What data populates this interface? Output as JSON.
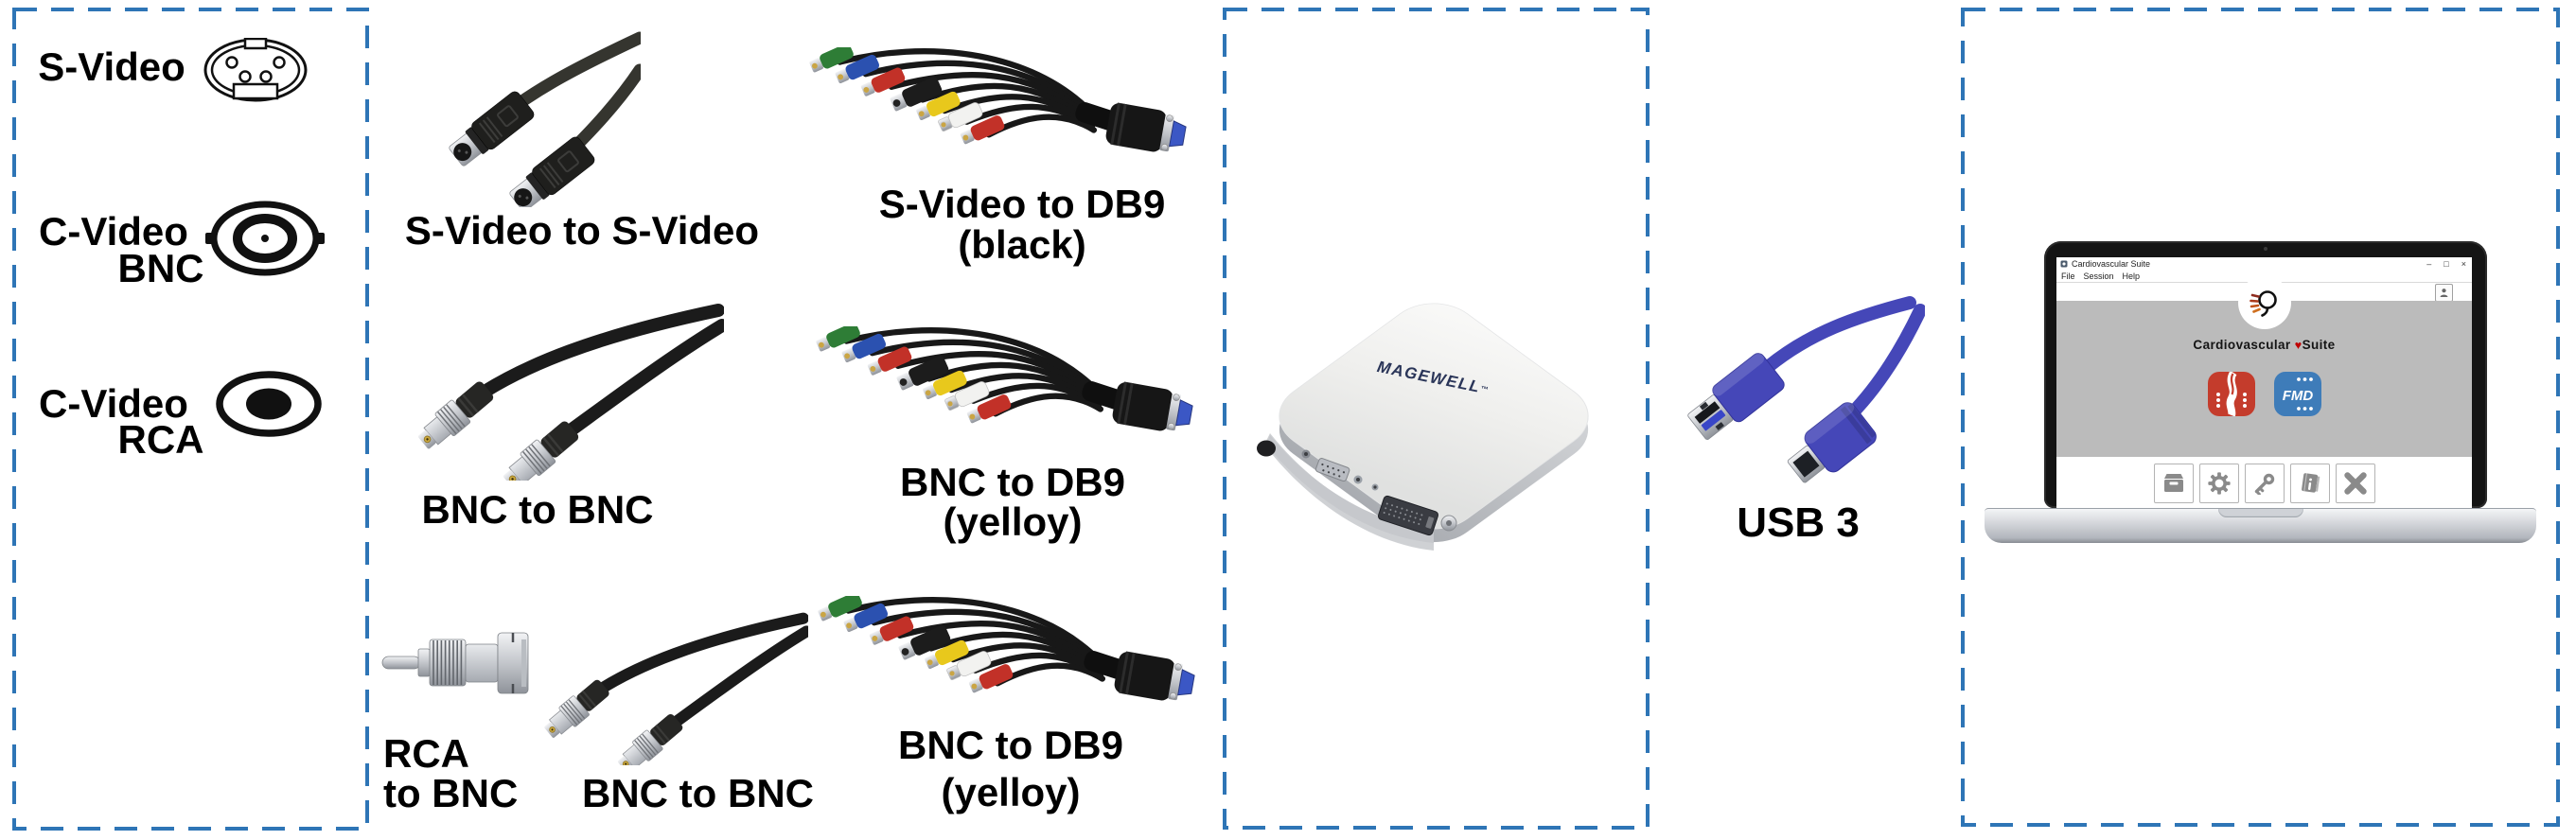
{
  "colors": {
    "border_blue": "#2E75B6",
    "usb_blue": "#4547B8",
    "banner_gray": "#BBBBBB",
    "carotid_red": "#C43C2C",
    "fmd_blue": "#3E7CB9",
    "heart_red": "#C00000",
    "magewell_navy": "#2A3558"
  },
  "legend": {
    "svideo": {
      "label": "S-Video"
    },
    "cvideo_bnc": {
      "line1": "C-Video",
      "line2": "BNC"
    },
    "cvideo_rca": {
      "line1": "C-Video",
      "line2": "RCA"
    }
  },
  "cables": {
    "svideo_svideo": {
      "label": "S-Video to S-Video"
    },
    "svideo_db9": {
      "line1": "S-Video to DB9",
      "line2": "(black)"
    },
    "bnc_bnc_mid": {
      "label": "BNC to BNC"
    },
    "bnc_db9_mid": {
      "line1": "BNC to DB9",
      "line2": "(yelloy)"
    },
    "rca_bnc": {
      "line1": "RCA",
      "line2": "to BNC"
    },
    "bnc_bnc_bottom": {
      "label": "BNC to BNC"
    },
    "bnc_db9_bottom": {
      "line1": "BNC to DB9",
      "line2": "(yelloy)"
    }
  },
  "capture_device": {
    "brand": "MAGEWELL",
    "trademark": "™"
  },
  "usb_cable": {
    "label": "USB 3"
  },
  "laptop": {
    "window": {
      "title": "Cardiovascular Suite",
      "menu": [
        "File",
        "Session",
        "Help"
      ],
      "controls": {
        "minimize": "–",
        "maximize": "□",
        "close": "×"
      },
      "banner": {
        "title_left": "Cardiovascular",
        "heart": "♥",
        "title_right": "Suite"
      },
      "apps": {
        "fmd_label": "FMD"
      }
    }
  }
}
